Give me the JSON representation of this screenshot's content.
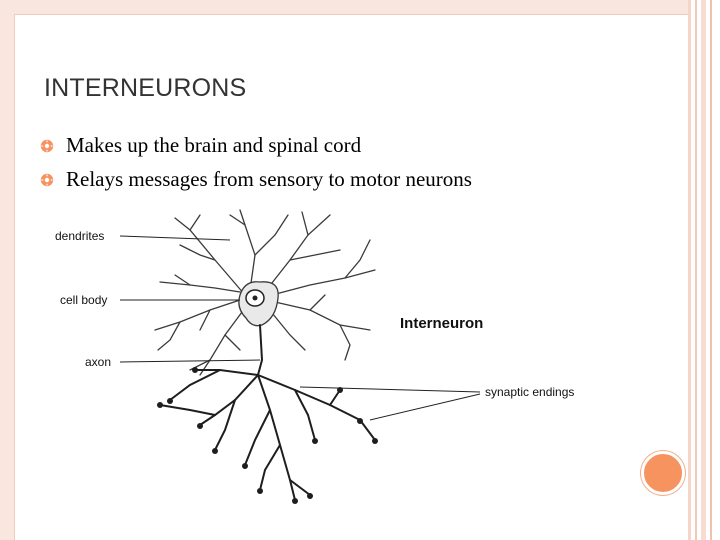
{
  "slide": {
    "title": "INTERNEURONS",
    "bullets": [
      {
        "icon": "gear-bullet-icon",
        "text": "Makes up the brain and spinal cord"
      },
      {
        "icon": "gear-bullet-icon",
        "text": "Relays messages from sensory to motor neurons"
      }
    ]
  },
  "diagram": {
    "title": "Interneuron",
    "labels": {
      "dendrites": "dendrites",
      "cell_body": "cell body",
      "axon": "axon",
      "synaptic_endings": "synaptic endings"
    }
  },
  "colors": {
    "accent": "#f7935f",
    "border": "#f9e6df",
    "title_text": "#333333"
  }
}
